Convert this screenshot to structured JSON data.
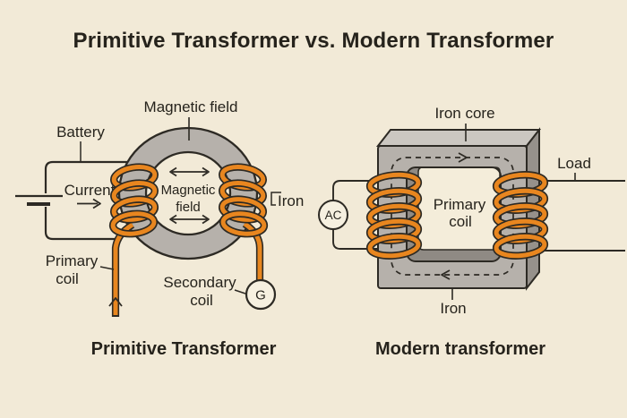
{
  "title": "Primitive Transformer vs. Modern Transformer",
  "colors": {
    "background": "#f2ead7",
    "ink": "#2d2a24",
    "text": "#26231c",
    "core_gray": "#b6b1ab",
    "core_gray_light": "#cbc7c1",
    "core_gray_dark": "#96918b",
    "core_inner_lip": "#8f8a84",
    "coil_orange": "#e8861f",
    "device_fill": "#f6f0e0"
  },
  "primitive": {
    "caption": "Primitive Transformer",
    "labels": {
      "battery": "Battery",
      "current": "Current",
      "magnetic_field_outer": "Magnetic field",
      "magnetic_field_inner_line1": "Magnetic",
      "magnetic_field_inner_line2": "field",
      "iron": "Iron",
      "primary_line1": "Primary",
      "primary_line2": "coil",
      "secondary_line1": "Secondary",
      "secondary_line2": "coil",
      "galvanometer": "G"
    }
  },
  "modern": {
    "caption": "Modern transformer",
    "labels": {
      "iron_core": "Iron core",
      "load": "Load",
      "primary_line1": "Primary",
      "primary_line2": "coil",
      "iron": "Iron",
      "ac_source": "AC"
    }
  }
}
